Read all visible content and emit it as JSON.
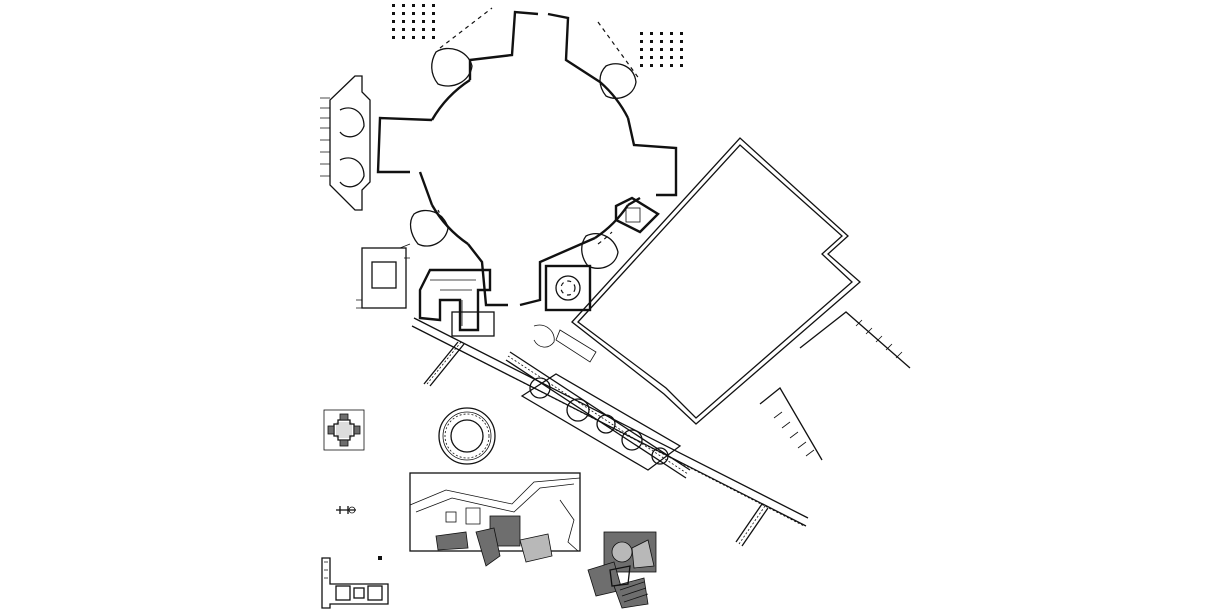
{
  "drawing": {
    "kind": "architectural-site-plan",
    "line_color": "#111111",
    "background_color": "#ffffff",
    "fill_grey": "#6e6e6e",
    "fill_lightgrey": "#b8b8b8"
  },
  "features": {
    "cruciform_building": "cross-shaped-plan-with-circular-hall",
    "rectangular_enclosure": "large-rotated-rectangle",
    "colonnade_axis": "diagonal-colonnade-with-rooms",
    "rotunda": "round-temple-plan",
    "small_square_plan": "square-tempietto-plan",
    "key_plan": "framed-location-map",
    "detail_plan": "grey-shaded-fragment-plan",
    "palace_plan": "small-palace-plan"
  }
}
